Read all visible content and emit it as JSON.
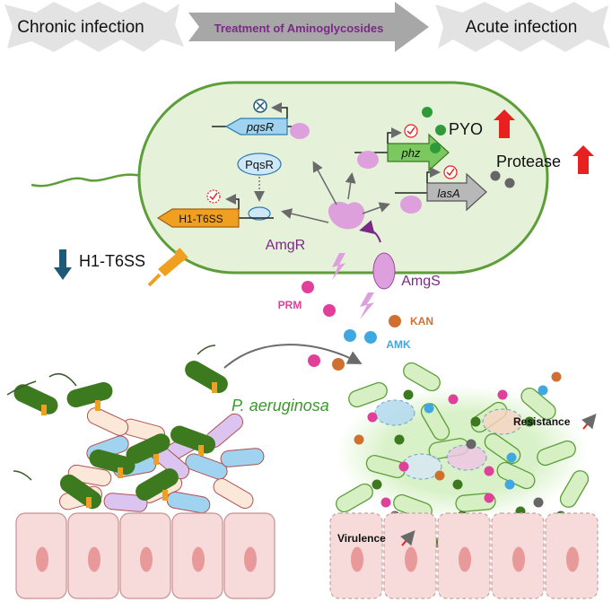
{
  "header": {
    "left_state": "Chronic infection",
    "treatment": "Treatment of Aminoglycosides",
    "right_state": "Acute infection"
  },
  "cell": {
    "genes": {
      "pqsR": "pqsR",
      "h1t6ss": "H1-T6SS",
      "phz": "phz",
      "lasA": "lasA"
    },
    "proteins": {
      "pqsr_protein": "PqsR",
      "amgr": "AmgR",
      "amgs": "AmgS"
    },
    "outputs": {
      "pyo": "PYO",
      "protease": "Protease",
      "h1t6ss_down": "H1-T6SS"
    }
  },
  "antibiotics": {
    "prm": "PRM",
    "kan": "KAN",
    "amk": "AMK"
  },
  "bottom": {
    "organism": "P. aeruginosa",
    "resistance": "Resistance",
    "virulence": "Virulence"
  },
  "colors": {
    "cell_fill": "#e5f2d9",
    "cell_border": "#5d9e3a",
    "header_arrow": "#a7a7a7",
    "treatment_text": "#7a2a86",
    "amgr_pink": "#dea0dd",
    "prm": "#e0409a",
    "kan": "#d07030",
    "amk": "#40a8e0",
    "up_arrow": "#e8201f",
    "down_arrow": "#1d5a78",
    "h1t6ss_orange": "#f0a020",
    "phz_green": "#7cc860",
    "pqsr_blue": "#9fd3f0",
    "lasa_gray": "#b8b8b8",
    "bacterium_green": "#3d7a1f",
    "host_cell": "#f7dada"
  },
  "icons": [
    "check-icon",
    "inhibit-icon",
    "up-arrow-icon",
    "down-arrow-icon",
    "lightning-icon",
    "syringe-icon"
  ]
}
